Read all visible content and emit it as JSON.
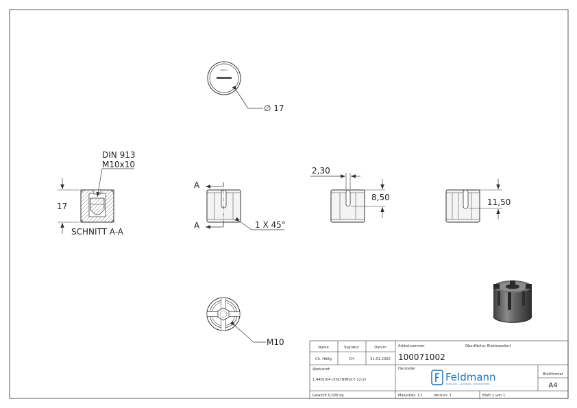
{
  "views": {
    "top": {
      "diameter_label": "∅ 17",
      "tiny_marking": "feldmann"
    },
    "section": {
      "callout_line1": "DIN 913",
      "callout_line2": "M10x10",
      "height_label": "17",
      "caption": "SCHNITT A-A"
    },
    "front": {
      "arrow_label_top": "A",
      "arrow_label_bottom": "A",
      "chamfer_label": "1 X 45°"
    },
    "slot": {
      "width_label": "2,30",
      "depth_label": "8,50"
    },
    "side": {
      "depth_label": "11,50"
    },
    "bottom": {
      "thread_label": "M10"
    }
  },
  "title_block": {
    "headers": {
      "name": "Name",
      "signatur": "Signatur",
      "datum": "Datum"
    },
    "row": {
      "name": "Ch. Häfig",
      "signatur": "CH",
      "datum": "31.01.2020"
    },
    "werkstoff_label": "Werkstoff:",
    "werkstoff_value": "1.4401/04 (X5CrNiMo17-12-2)",
    "gewicht": "Gewicht 0,026 kg",
    "artikelnummer_label": "Artikelnummer",
    "artikelnummer": "100071002",
    "oberflaeche": "Oberfläche:  Elektropoliert",
    "hersteller_label": "Hersteller",
    "logo_text": "Feldmann",
    "logo_tagline": "EDELSTAHL · ALUMINIUM · SCHMIEDEEISEN",
    "blattformat_label": "Blattformat",
    "blattformat": "A4",
    "massstab": "Massstab: 1:1",
    "version": "Version: 1",
    "blatt": "Blatt 1 von 1"
  },
  "colors": {
    "line": "#333333",
    "part_fill": "#f4f4f4",
    "brand": "#1f73b7"
  }
}
